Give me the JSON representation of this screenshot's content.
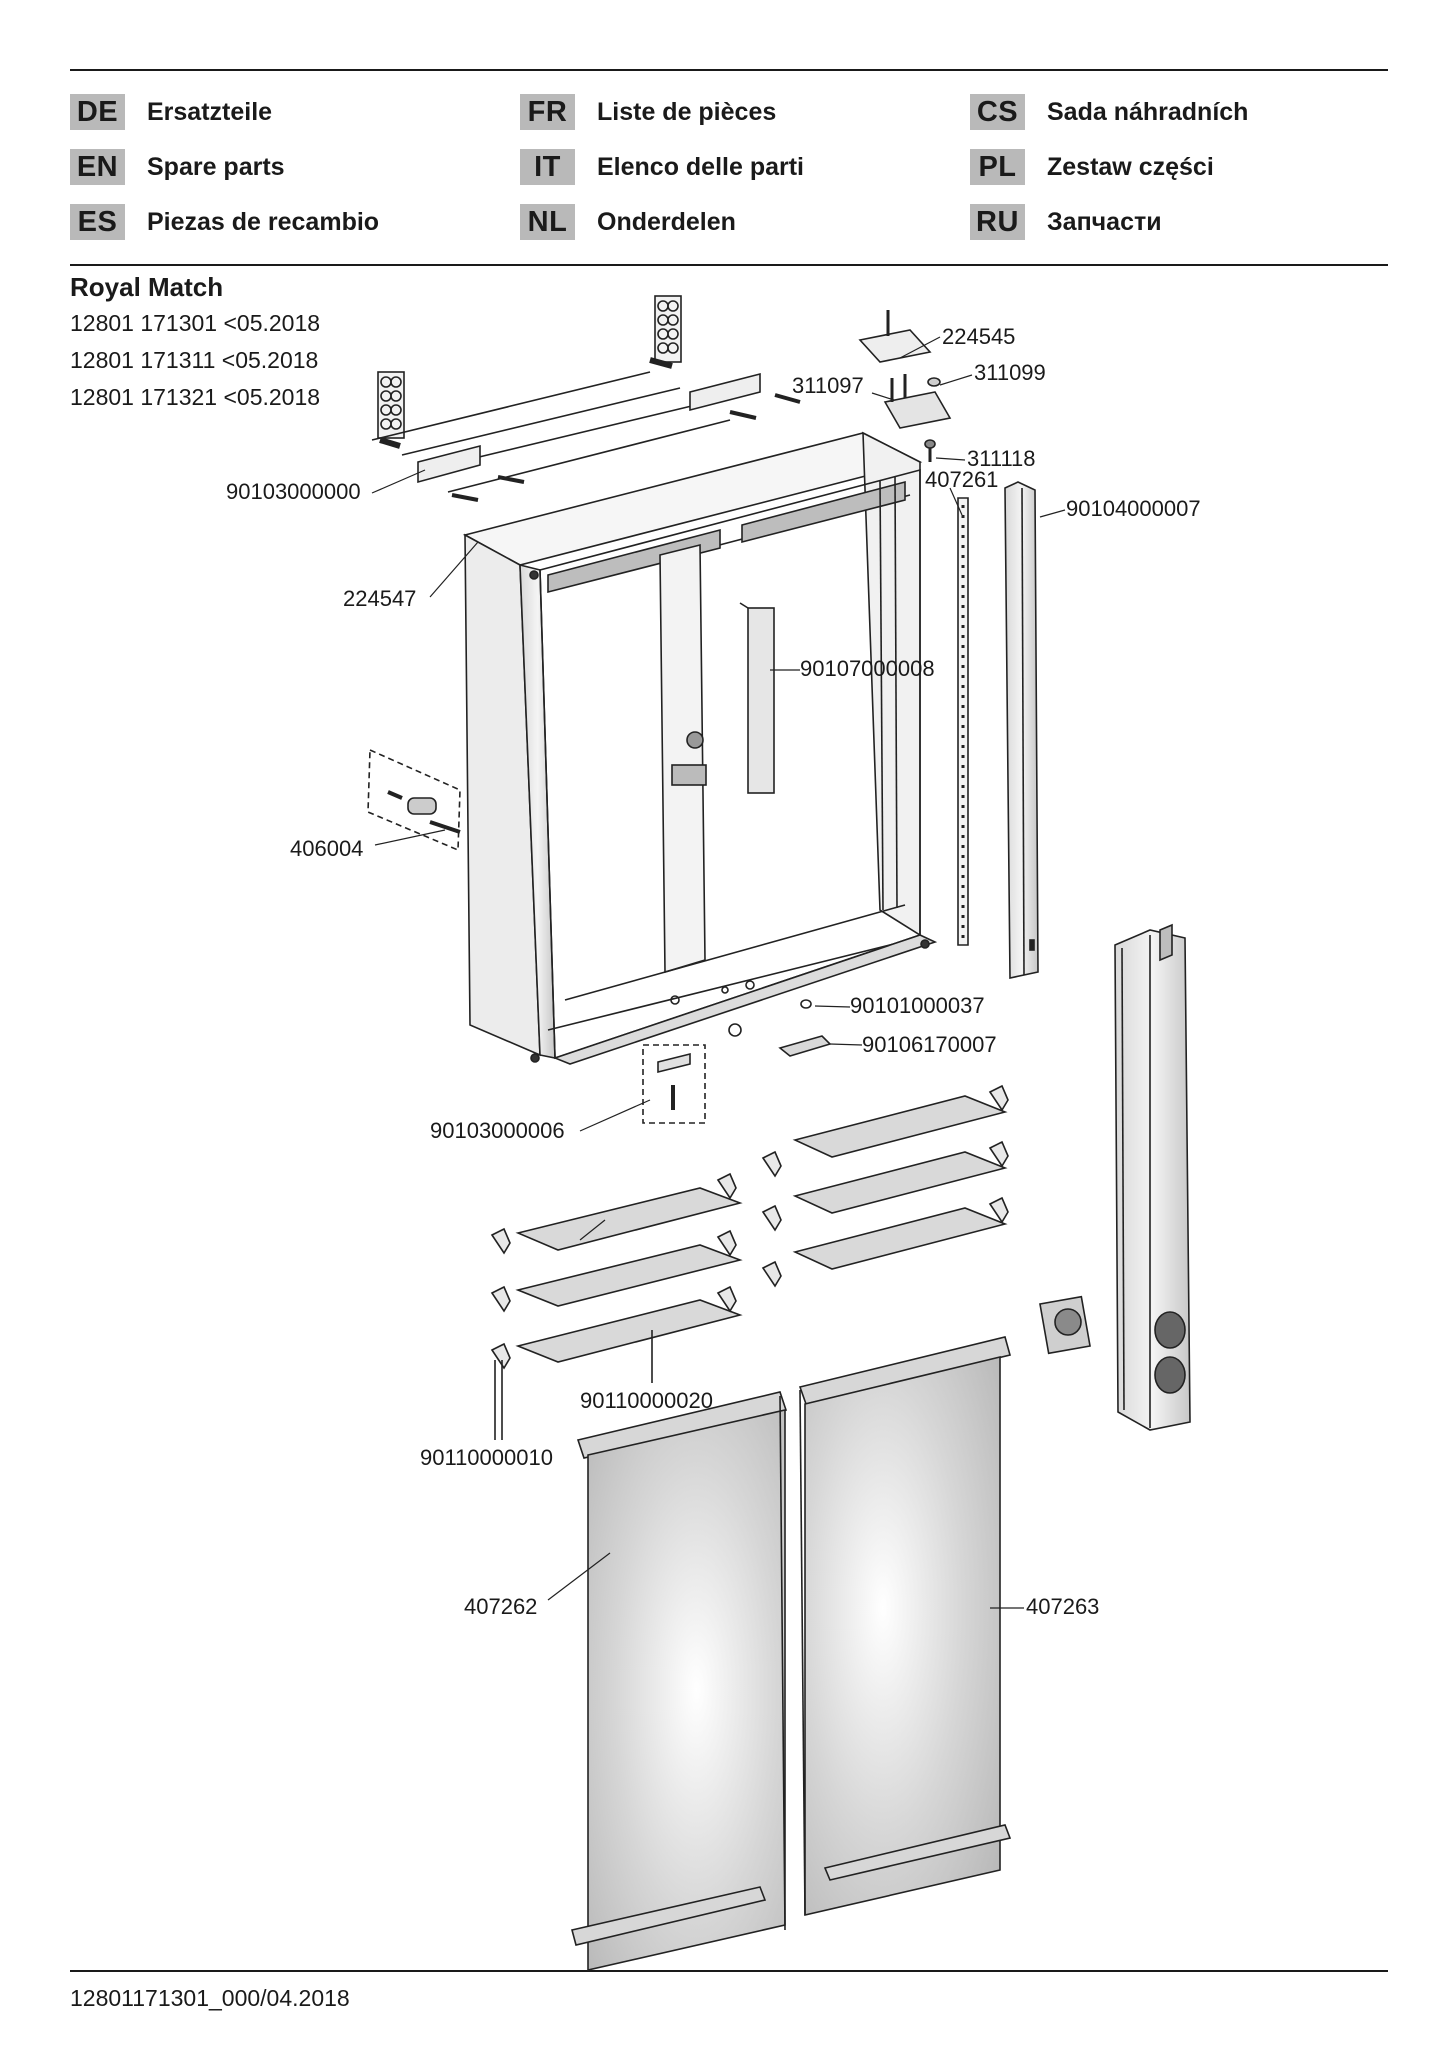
{
  "languages": [
    {
      "code": "DE",
      "name": "Ersatzteile"
    },
    {
      "code": "EN",
      "name": "Spare parts"
    },
    {
      "code": "ES",
      "name": "Piezas de recambio"
    },
    {
      "code": "FR",
      "name": "Liste de pièces"
    },
    {
      "code": "IT",
      "name": "Elenco delle parti"
    },
    {
      "code": "NL",
      "name": "Onderdelen"
    },
    {
      "code": "CS",
      "name": "Sada náhradních"
    },
    {
      "code": "PL",
      "name": "Zestaw części"
    },
    {
      "code": "RU",
      "name": "Запчасти"
    }
  ],
  "product": {
    "title": "Royal Match",
    "models": [
      "12801 171301 <05.2018",
      "12801 171311 <05.2018",
      "12801 171321 <05.2018"
    ]
  },
  "parts": {
    "p224545": "224545",
    "p311099": "311099",
    "p311097": "311097",
    "p311118": "311118",
    "p407261": "407261",
    "p90104000007": "90104000007",
    "p90103000000": "90103000000",
    "p224547": "224547",
    "p90107000008": "90107000008",
    "p406004": "406004",
    "p90101000037": "90101000037",
    "p90106170007": "90106170007",
    "p90103000006": "90103000006",
    "p90110000020": "90110000020",
    "p90110000010": "90110000010",
    "p407262": "407262",
    "p407263": "407263"
  },
  "footer": "12801171301_000/04.2018"
}
